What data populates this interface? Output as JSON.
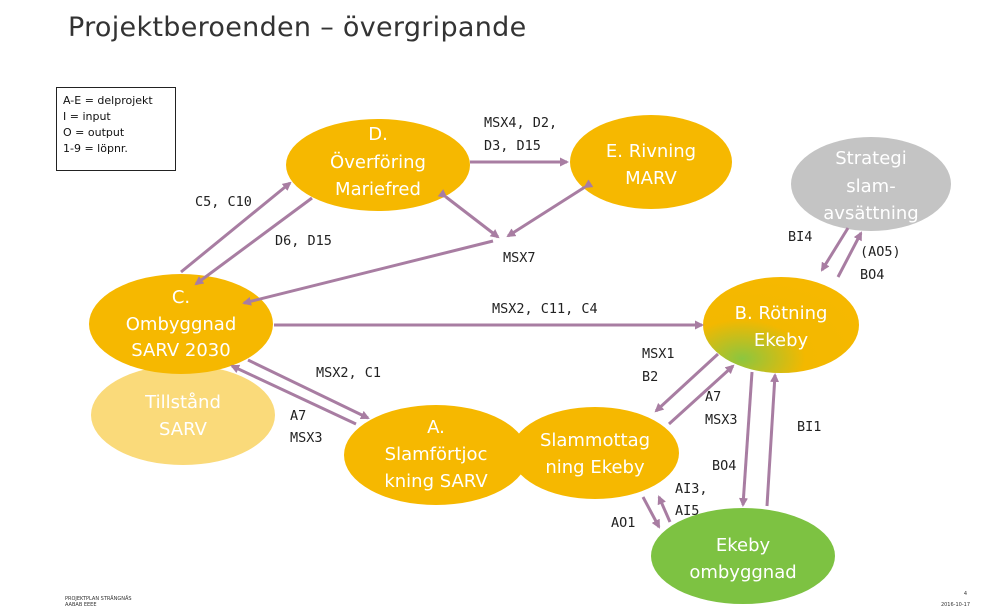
{
  "title": "Projektberoenden – övergripande",
  "legend": [
    "A-E = delprojekt",
    "I = input",
    "O = output",
    "1-9 = löpnr."
  ],
  "colors": {
    "orange": "#F6B800",
    "light_yellow": "#FADA7A",
    "gray": "#C4C4C4",
    "green": "#7DC242",
    "arrow": "#A87DA2"
  },
  "nodes": {
    "d": [
      "D.",
      "Överföring",
      "Mariefred"
    ],
    "e": [
      "E. Rivning",
      "MARV"
    ],
    "strategi": [
      "Strategi",
      "slam-",
      "avsättning"
    ],
    "c": [
      "C.",
      "Ombyggnad",
      "SARV 2030"
    ],
    "tillstand": [
      "Tillstånd",
      "SARV"
    ],
    "b": [
      "B. Rötning",
      "Ekeby"
    ],
    "a": [
      "A.",
      "Slamförtjoc",
      "kning SARV"
    ],
    "slammottag": [
      "Slammottag",
      "ning Ekeby"
    ],
    "ekeby": [
      "Ekeby",
      "ombyggnad"
    ]
  },
  "edge_labels": {
    "d_e": [
      "MSX4, D2,",
      "D3, D15"
    ],
    "c_d": "C5, C10",
    "d_c": "D6, D15",
    "msx7": "MSX7",
    "c_b": "MSX2, C11, C4",
    "c_a_top": "MSX2, C1",
    "a_c": [
      "A7",
      "MSX3"
    ],
    "msx1": [
      "MSX1",
      "B2"
    ],
    "a7": [
      "A7",
      "MSX3"
    ],
    "bi4": "BI4",
    "ao5": [
      "(AO5)",
      "BO4"
    ],
    "bi1": "BI1",
    "bo4": "BO4",
    "ao1": "AO1",
    "ai3": [
      "AI3,",
      "AI5"
    ]
  },
  "footer": {
    "left": [
      "PROJEKTPLAN STRÄNGNÄS",
      "AABAB EEEE"
    ],
    "right_page": "4",
    "right_date": "2016-10-17"
  }
}
